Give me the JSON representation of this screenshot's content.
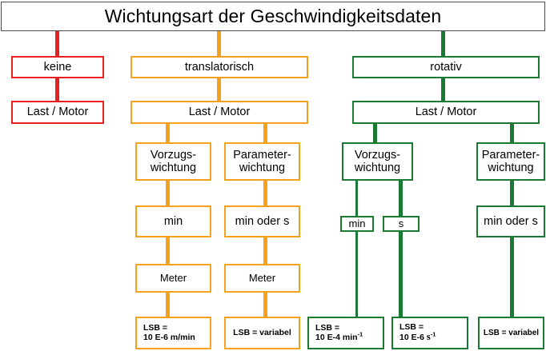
{
  "diagram": {
    "title": "Wichtungsart der Geschwindigkeitsdaten",
    "colors": {
      "none_branch": "#e8201f",
      "translational_branch": "#f5a11b",
      "rotational_branch": "#1a7a32",
      "title_border": "#4d4d4d",
      "background": "#ffffff",
      "text": "#000000"
    },
    "branches": {
      "none": {
        "label": "keine",
        "load_motor": "Last / Motor"
      },
      "translational": {
        "label": "translatorisch",
        "load_motor": "Last / Motor",
        "preferred": {
          "label": "Vorzugs-\nwichtung",
          "unit": "min",
          "quantity": "Meter",
          "lsb_line1": "LSB =",
          "lsb_line2": "10 E-6 m/min"
        },
        "parameter": {
          "label": "Parameter-\nwichtung",
          "unit": "min oder s",
          "quantity": "Meter",
          "lsb": "LSB = variabel"
        }
      },
      "rotational": {
        "label": "rotativ",
        "load_motor": "Last / Motor",
        "preferred": {
          "label": "Vorzugs-\nwichtung",
          "unit_min": "min",
          "unit_s": "s",
          "lsb_min_line1": "LSB =",
          "lsb_min_line2": "10 E-4 min",
          "lsb_min_exp": "-1",
          "lsb_s_line1": "LSB =",
          "lsb_s_line2": "10 E-6 ",
          "lsb_s_unit": "s",
          "lsb_s_exp": "-1"
        },
        "parameter": {
          "label": "Parameter-\nwichtung",
          "unit": "min oder s",
          "lsb": "LSB = variabel"
        }
      }
    }
  }
}
